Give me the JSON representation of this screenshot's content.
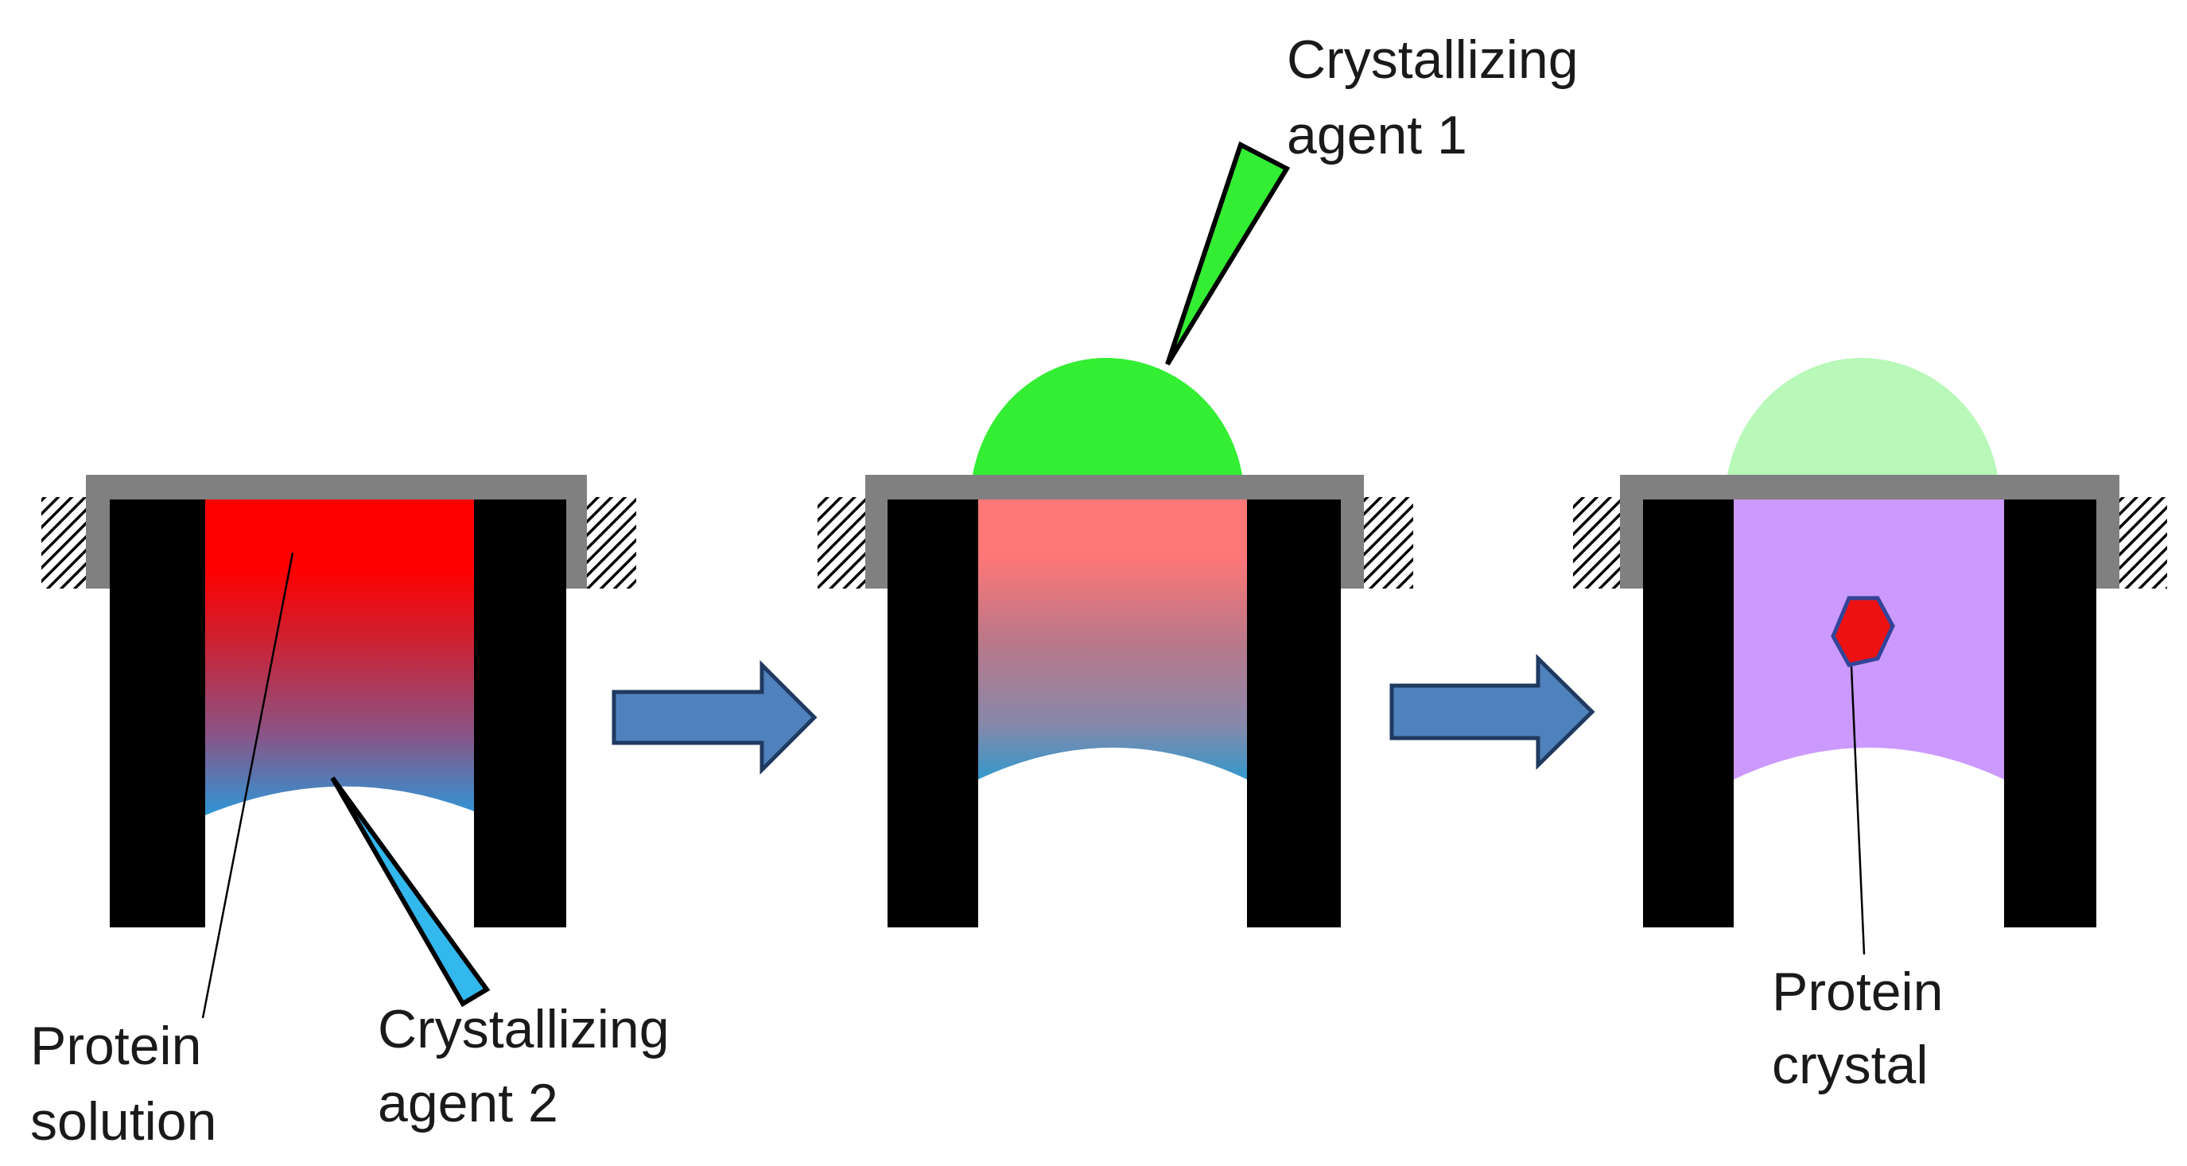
{
  "labels": {
    "agent1_line1": "Crystallizing",
    "agent1_line2": "agent 1",
    "agent2_line1": "Crystallizing",
    "agent2_line2": "agent 2",
    "protein_solution_line1": "Protein",
    "protein_solution_line2": "solution",
    "protein_crystal_line1": "Protein",
    "protein_crystal_line2": "crystal"
  },
  "colors": {
    "protein_solution": "#ff0000",
    "protein_solution_diluted": "#ff7777",
    "agent_2": "#33b8ee",
    "agent_2_meniscus": "#3399cc",
    "agent_1": "#33ee33",
    "agent_1_faded": "#b8f8b8",
    "mixture": "#cc99ff",
    "crystal": "#ee1111",
    "crystal_outline": "#334499",
    "arrow_fill": "#4f81bd",
    "arrow_stroke": "#1f3a5f",
    "cap": "#808080",
    "walls": "#000000"
  }
}
